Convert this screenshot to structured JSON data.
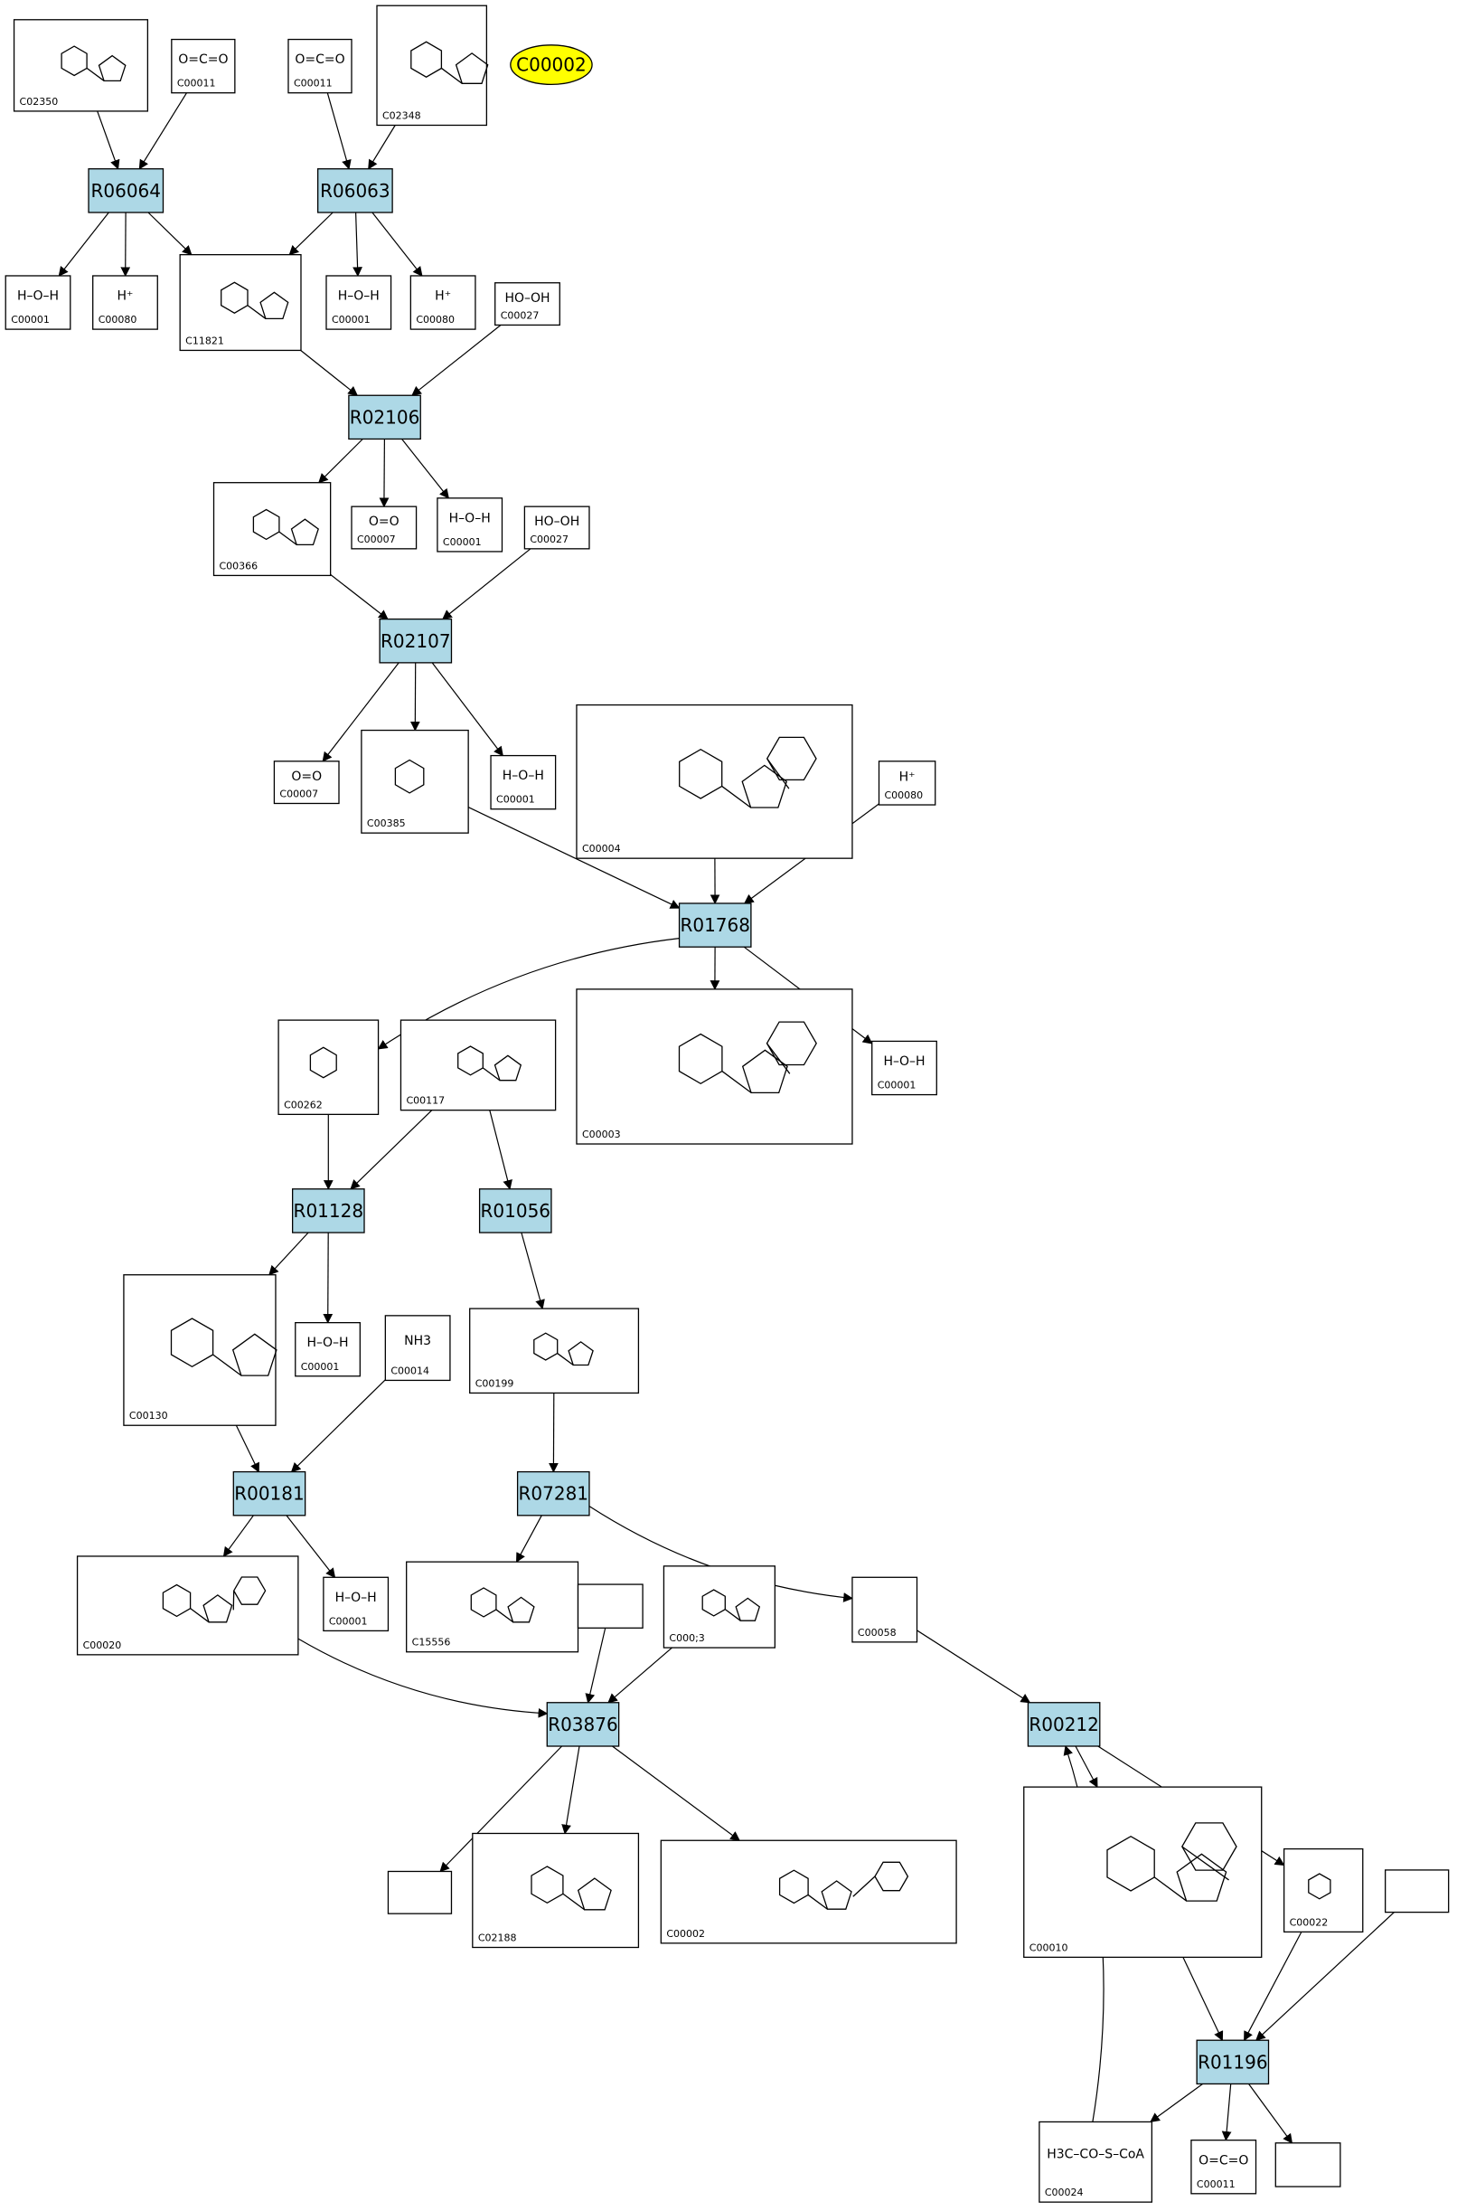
{
  "diagram": {
    "legend_node": "C00002",
    "reactions": [
      "R06064",
      "R06063",
      "R02106",
      "R02107",
      "R01768",
      "R01128",
      "R01056",
      "R00181",
      "R07281",
      "R03876",
      "R00212",
      "R01196"
    ],
    "compounds": [
      {
        "key": "c02350",
        "id": "C02350",
        "formula": ""
      },
      {
        "key": "c00011a",
        "id": "C00011",
        "formula": "O=C=O"
      },
      {
        "key": "c00011b",
        "id": "C00011",
        "formula": "O=C=O"
      },
      {
        "key": "c02348",
        "id": "C02348",
        "formula": ""
      },
      {
        "key": "c00001a",
        "id": "C00001",
        "formula": "H–O–H"
      },
      {
        "key": "c00080a",
        "id": "C00080",
        "formula": "H⁺"
      },
      {
        "key": "c11821",
        "id": "C11821",
        "formula": ""
      },
      {
        "key": "c00001b",
        "id": "C00001",
        "formula": "H–O–H"
      },
      {
        "key": "c00080b",
        "id": "C00080",
        "formula": "H⁺"
      },
      {
        "key": "c00027a",
        "id": "C00027",
        "formula": "HO–OH"
      },
      {
        "key": "c00366",
        "id": "C00366",
        "formula": ""
      },
      {
        "key": "c00007a",
        "id": "C00007",
        "formula": "O=O"
      },
      {
        "key": "c00001c",
        "id": "C00001",
        "formula": "H–O–H"
      },
      {
        "key": "c00027b",
        "id": "C00027",
        "formula": "HO–OH"
      },
      {
        "key": "c00007b",
        "id": "C00007",
        "formula": "O=O"
      },
      {
        "key": "c00385",
        "id": "C00385",
        "formula": ""
      },
      {
        "key": "c00001d",
        "id": "C00001",
        "formula": "H–O–H"
      },
      {
        "key": "c00004",
        "id": "C00004",
        "formula": ""
      },
      {
        "key": "c00080c",
        "id": "C00080",
        "formula": "H⁺"
      },
      {
        "key": "c00262",
        "id": "C00262",
        "formula": ""
      },
      {
        "key": "c00117",
        "id": "C00117",
        "formula": ""
      },
      {
        "key": "c00003",
        "id": "C00003",
        "formula": ""
      },
      {
        "key": "c00001e",
        "id": "C00001",
        "formula": "H–O–H"
      },
      {
        "key": "c00130",
        "id": "C00130",
        "formula": ""
      },
      {
        "key": "c00001f",
        "id": "C00001",
        "formula": "H–O–H"
      },
      {
        "key": "c00014",
        "id": "C00014",
        "formula": "NH3"
      },
      {
        "key": "c00199",
        "id": "C00199",
        "formula": ""
      },
      {
        "key": "c00020",
        "id": "C00020",
        "formula": ""
      },
      {
        "key": "c00001g",
        "id": "C00001",
        "formula": "H–O–H"
      },
      {
        "key": "c15556",
        "id": "C15556",
        "formula": ""
      },
      {
        "key": "blank1",
        "id": "",
        "formula": ""
      },
      {
        "key": "c00013",
        "id": "C000;3",
        "formula": ""
      },
      {
        "key": "c00058",
        "id": "C00058",
        "formula": ""
      },
      {
        "key": "blank2",
        "id": "",
        "formula": ""
      },
      {
        "key": "c02188",
        "id": "C02188",
        "formula": ""
      },
      {
        "key": "c00002",
        "id": "C00002",
        "formula": ""
      },
      {
        "key": "c00010",
        "id": "C00010",
        "formula": ""
      },
      {
        "key": "c00022",
        "id": "C00022",
        "formula": ""
      },
      {
        "key": "blank3",
        "id": "",
        "formula": ""
      },
      {
        "key": "c00024",
        "id": "C00024",
        "formula": "H3C–CO–S–CoA"
      },
      {
        "key": "c00011c",
        "id": "C00011",
        "formula": "O=C=O"
      },
      {
        "key": "blank4",
        "id": "",
        "formula": ""
      }
    ],
    "edges": [
      [
        "c02350",
        "R06064"
      ],
      [
        "c00011a",
        "R06064"
      ],
      [
        "R06064",
        "c00001a"
      ],
      [
        "R06064",
        "c00080a"
      ],
      [
        "R06064",
        "c11821"
      ],
      [
        "c00011b",
        "R06063"
      ],
      [
        "c02348",
        "R06063"
      ],
      [
        "R06063",
        "c11821"
      ],
      [
        "R06063",
        "c00001b"
      ],
      [
        "R06063",
        "c00080b"
      ],
      [
        "c11821",
        "R02106"
      ],
      [
        "c00027a",
        "R02106"
      ],
      [
        "R02106",
        "c00366"
      ],
      [
        "R02106",
        "c00007a"
      ],
      [
        "R02106",
        "c00001c"
      ],
      [
        "c00366",
        "R02107"
      ],
      [
        "c00027b",
        "R02107"
      ],
      [
        "R02107",
        "c00007b"
      ],
      [
        "R02107",
        "c00385"
      ],
      [
        "R02107",
        "c00001d"
      ],
      [
        "c00385",
        "R01768"
      ],
      [
        "c00004",
        "R01768"
      ],
      [
        "c00080c",
        "R01768"
      ],
      [
        "R01768",
        "c00262"
      ],
      [
        "R01768",
        "c00003"
      ],
      [
        "R01768",
        "c00001e"
      ],
      [
        "c00262",
        "R01128"
      ],
      [
        "c00117",
        "R01128"
      ],
      [
        "c00117",
        "R01056"
      ],
      [
        "R01128",
        "c00130"
      ],
      [
        "R01128",
        "c00001f"
      ],
      [
        "R01056",
        "c00199"
      ],
      [
        "c00130",
        "R00181"
      ],
      [
        "c00014",
        "R00181"
      ],
      [
        "R00181",
        "c00020"
      ],
      [
        "R00181",
        "c00001g"
      ],
      [
        "c00199",
        "R07281"
      ],
      [
        "R07281",
        "c15556"
      ],
      [
        "R07281",
        "c00058"
      ],
      [
        "c00020",
        "R03876"
      ],
      [
        "blank1",
        "R03876"
      ],
      [
        "c00013",
        "R03876"
      ],
      [
        "R03876",
        "blank2"
      ],
      [
        "R03876",
        "c02188"
      ],
      [
        "R03876",
        "c00002"
      ],
      [
        "c00058",
        "R00212"
      ],
      [
        "c00024",
        "R00212"
      ],
      [
        "R00212",
        "c00010"
      ],
      [
        "R00212",
        "c00022"
      ],
      [
        "c00010",
        "R01196"
      ],
      [
        "c00022",
        "R01196"
      ],
      [
        "blank3",
        "R01196"
      ],
      [
        "R01196",
        "c00024"
      ],
      [
        "R01196",
        "c00011c"
      ],
      [
        "R01196",
        "blank4"
      ]
    ]
  },
  "colors": {
    "reaction_fill": "#add8e6",
    "legend_fill": "#ffff00",
    "stroke": "#000000",
    "background": "#ffffff"
  }
}
